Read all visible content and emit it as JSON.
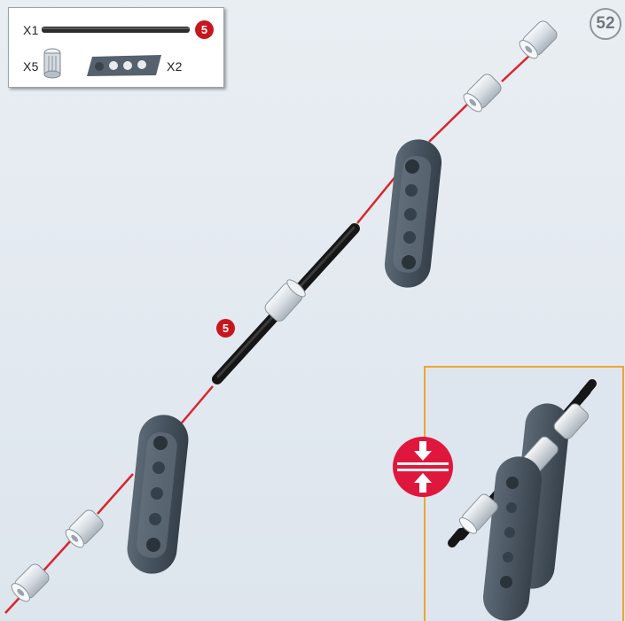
{
  "parts_list": {
    "rod_qty": "X1",
    "rod_number": "5",
    "connector_qty": "X5",
    "beam_qty": "X2"
  },
  "step_number": "52",
  "rod_callout_number": "5",
  "colors": {
    "guide_line": "#d8262c",
    "beam": "#4d5a66",
    "connector": "#d7dde3",
    "rod": "#161616",
    "callout_border": "#f0a532",
    "press_icon": "#e0173d"
  },
  "icons": {
    "press_together": "press-together-icon"
  }
}
